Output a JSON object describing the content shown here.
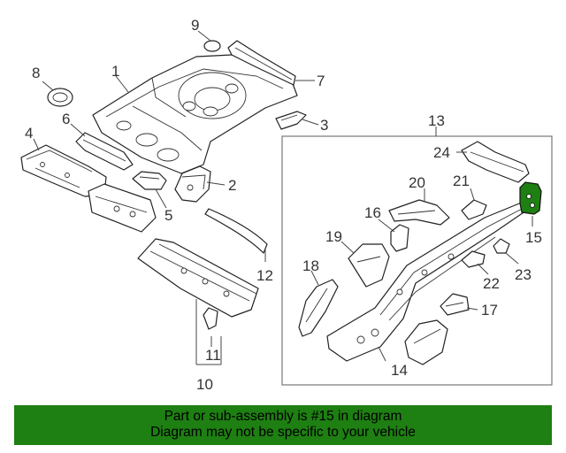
{
  "diagram": {
    "callouts": {
      "c1": "1",
      "c2": "2",
      "c3": "3",
      "c4": "4",
      "c5": "5",
      "c6": "6",
      "c7": "7",
      "c8": "8",
      "c9": "9",
      "c10": "10",
      "c11": "11",
      "c12": "12",
      "c13": "13",
      "c14": "14",
      "c15": "15",
      "c16": "16",
      "c17": "17",
      "c18": "18",
      "c19": "19",
      "c20": "20",
      "c21": "21",
      "c22": "22",
      "c23": "23",
      "c24": "24"
    },
    "highlighted_part": "15",
    "highlight_color": "#1e7f12"
  },
  "banner": {
    "line1": "Part or sub-assembly is #15 in diagram",
    "line2": "Diagram may not be specific to your vehicle",
    "background": "#1e7f12"
  }
}
